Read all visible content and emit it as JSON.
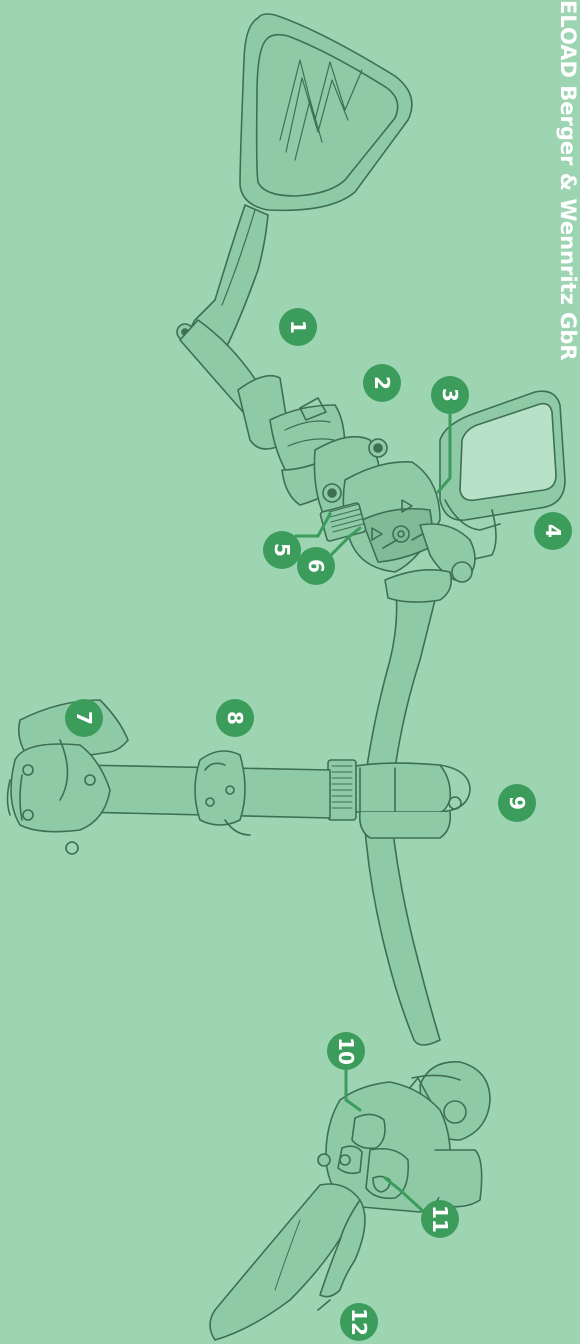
{
  "copyright_text": "ELOAD Berger & Wennritz GbR",
  "colors": {
    "background": "#9dd4b2",
    "line": "#3e6f55",
    "fill": "#8fcaa6",
    "fill_dark": "#7fbb97",
    "badge": "#3c9c5c",
    "badge_text": "#ffffff",
    "leader": "#3c9c5c"
  },
  "callouts": {
    "c1": "1",
    "c2": "2",
    "c3": "3",
    "c4": "4",
    "c5": "5",
    "c6": "6",
    "c7": "7",
    "c8": "8",
    "c9": "9",
    "c10": "10",
    "c11": "11",
    "c12": "12"
  }
}
